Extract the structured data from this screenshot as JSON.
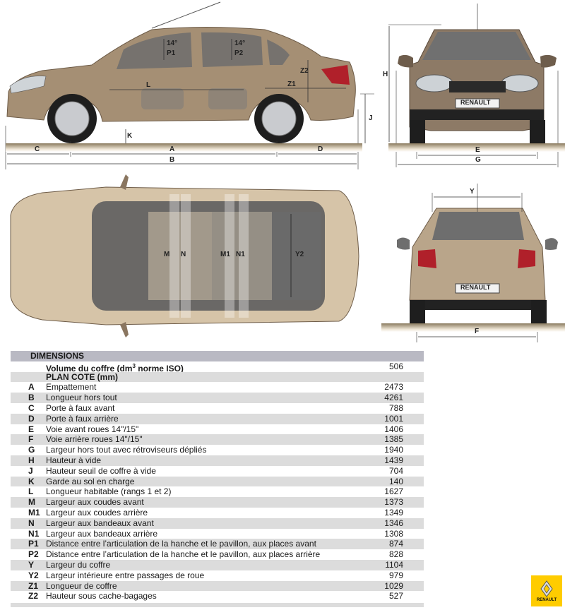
{
  "diagram": {
    "side_view": {
      "labels": {
        "C": "C",
        "A": "A",
        "D": "D",
        "B": "B",
        "K": "K",
        "L": "L",
        "Z1": "Z1",
        "Z2": "Z2",
        "J": "J",
        "P1": "P1",
        "P2": "P2",
        "angle1": "14°",
        "angle2": "14°"
      }
    },
    "front_view": {
      "labels": {
        "H": "H",
        "E": "E",
        "G": "G"
      },
      "plate": "RENAULT"
    },
    "top_view": {
      "labels": {
        "M": "M",
        "N": "N",
        "M1": "M1",
        "N1": "N1",
        "Y2": "Y2"
      }
    },
    "rear_view": {
      "labels": {
        "Y": "Y",
        "F": "F"
      },
      "plate": "RENAULT"
    },
    "colors": {
      "body": "#a08a70",
      "body_light": "#d9c8ae",
      "glass": "#6b6b6b",
      "tire": "#1e1e1e",
      "ground": "#8a7a5e"
    }
  },
  "table": {
    "title": "DIMENSIONS",
    "volume": {
      "label": "Volume du coffre (dm",
      "sup": "3",
      "label_tail": " norme ISO)",
      "value": "506"
    },
    "section": "PLAN COTE (mm)",
    "rows": [
      {
        "code": "A",
        "label": "Empattement",
        "value": "2473"
      },
      {
        "code": "B",
        "label": "Longueur hors tout",
        "value": "4261"
      },
      {
        "code": "C",
        "label": "Porte à faux avant",
        "value": "788"
      },
      {
        "code": "D",
        "label": "Porte à faux arrière",
        "value": "1001"
      },
      {
        "code": "E",
        "label": "Voie avant roues 14\"/15\"",
        "value": "1406"
      },
      {
        "code": "F",
        "label": "Voie arrière roues 14\"/15\"",
        "value": "1385"
      },
      {
        "code": "G",
        "label": "Largeur hors tout avec rétroviseurs dépliés",
        "value": "1940"
      },
      {
        "code": "H",
        "label": "Hauteur à vide",
        "value": "1439"
      },
      {
        "code": "J",
        "label": "Hauteur seuil de coffre à vide",
        "value": "704"
      },
      {
        "code": "K",
        "label": "Garde au sol en charge",
        "value": "140"
      },
      {
        "code": "L",
        "label": "Longueur habitable (rangs 1 et 2)",
        "value": "1627"
      },
      {
        "code": "M",
        "label": "Largeur aux coudes avant",
        "value": "1373"
      },
      {
        "code": "M1",
        "label": "Largeur aux coudes arrière",
        "value": "1349"
      },
      {
        "code": "N",
        "label": "Largeur aux bandeaux avant",
        "value": "1346"
      },
      {
        "code": "N1",
        "label": "Largeur aux bandeaux arrière",
        "value": "1308"
      },
      {
        "code": "P1",
        "label": "Distance entre l’articulation de la hanche et le pavillon, aux places avant",
        "value": "874"
      },
      {
        "code": "P2",
        "label": "Distance entre l’articulation de la hanche et le pavillon, aux places arrière",
        "value": "828"
      },
      {
        "code": "Y",
        "label": "Largeur du coffre",
        "value": "1104"
      },
      {
        "code": "Y2",
        "label": "Largeur intérieure entre passages de roue",
        "value": "979"
      },
      {
        "code": "Z1",
        "label": "Longueur de coffre",
        "value": "1029"
      },
      {
        "code": "Z2",
        "label": "Hauteur sous cache-bagages",
        "value": "527"
      }
    ]
  },
  "logo": {
    "text": "RENAULT",
    "color": "#ffcc00"
  }
}
